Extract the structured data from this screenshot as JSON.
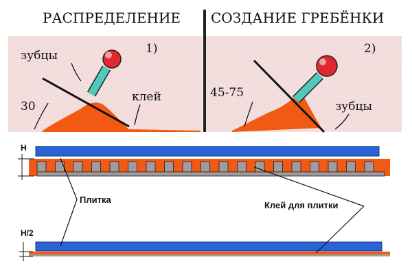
{
  "panels": [
    {
      "title": "РАСПРЕДЕЛЕНИЕ",
      "number": "1)",
      "angle": "30",
      "labels": [
        "зубцы",
        "клей"
      ]
    },
    {
      "title": "СОЗДАНИЕ ГРЕБЁНКИ",
      "number": "2)",
      "angle": "45-75",
      "labels": [
        "зубцы"
      ]
    }
  ],
  "profile": {
    "height_label": "H",
    "half_height_label": "H/2",
    "tile_label": "Плитка",
    "adhesive_label": "Клей для плитки"
  },
  "colors": {
    "panel_bg": "#f3dcdc",
    "adhesive": "#f25a14",
    "tile": "#2a63d8",
    "tool_handle": "#4fc9bb",
    "tool_knob": "#e02830",
    "comb_gray": "#a39a9c",
    "divider": "#222222"
  }
}
